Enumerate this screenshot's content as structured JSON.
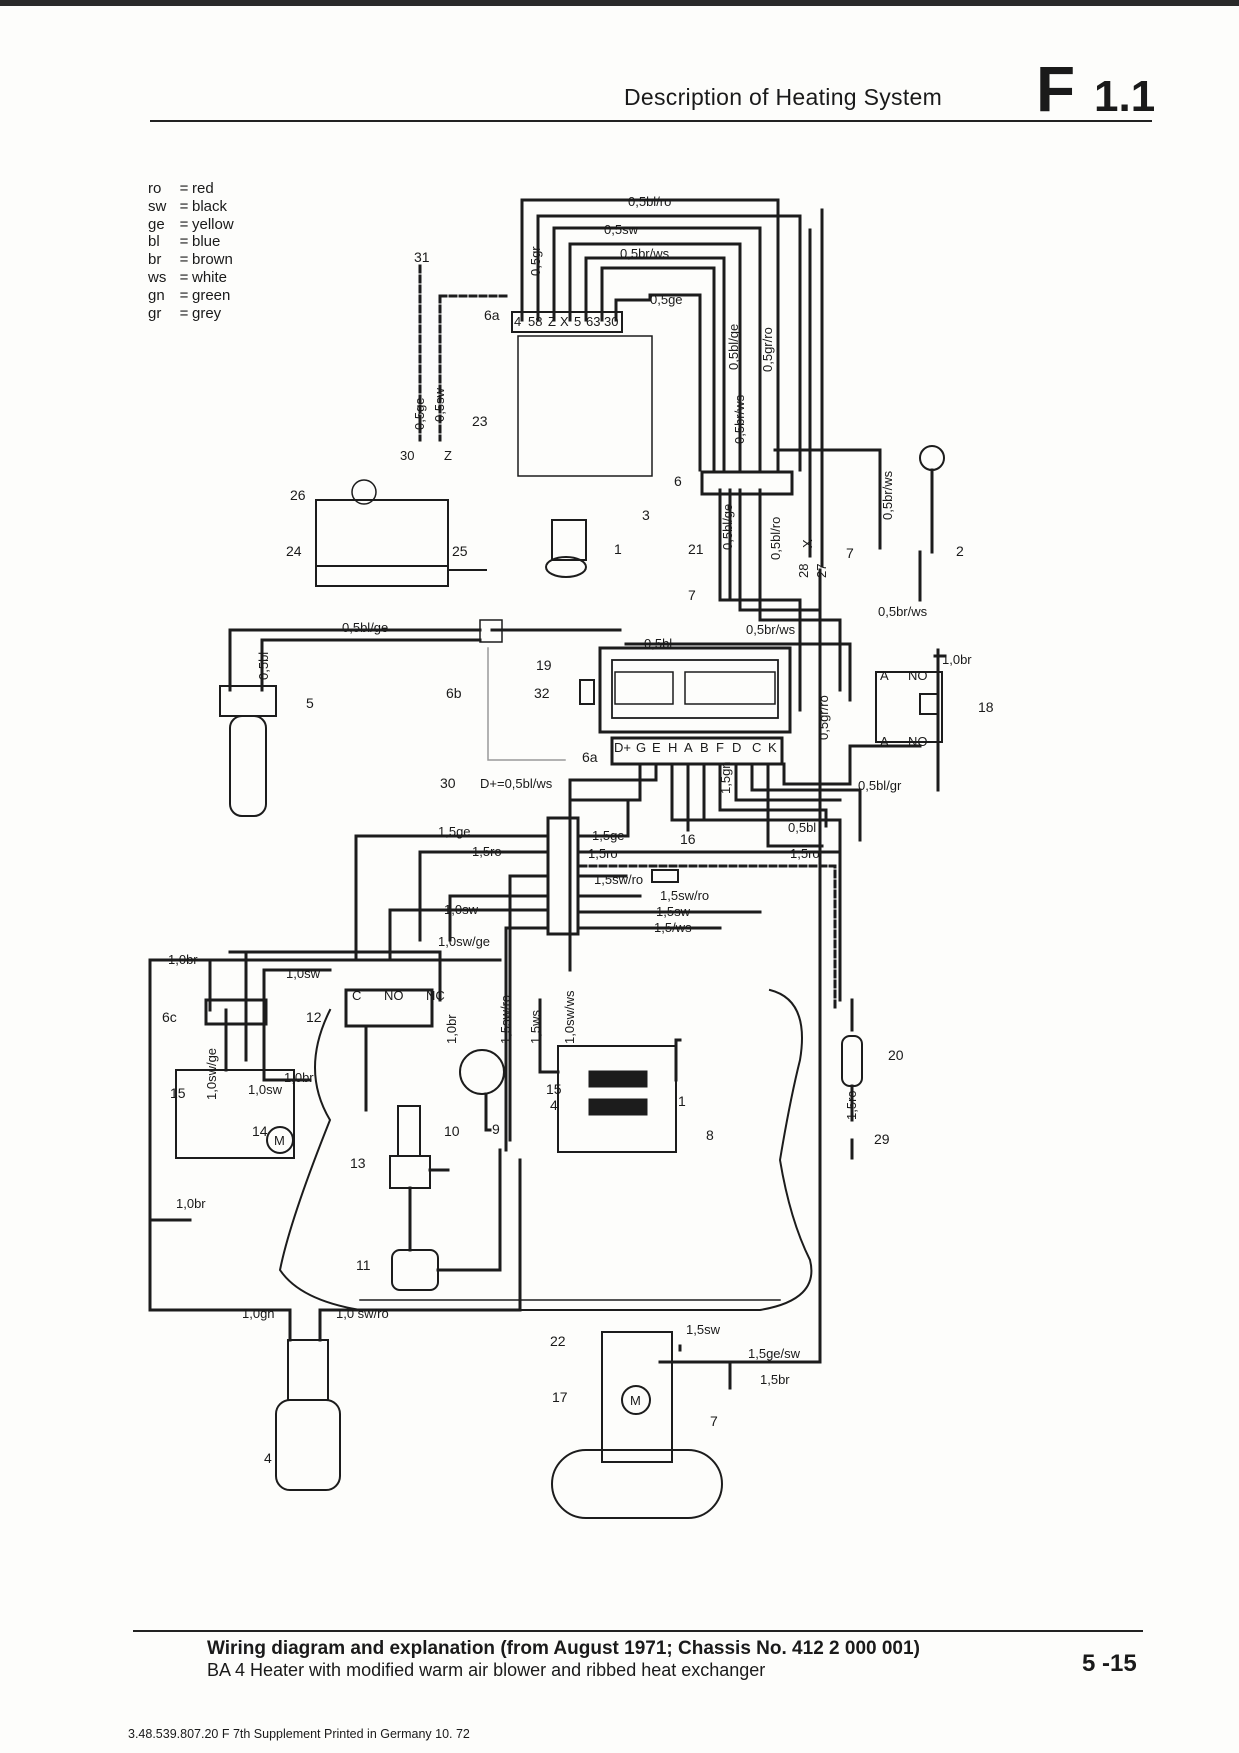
{
  "header": {
    "title": "Description of Heating System",
    "section_code": "F",
    "section_number": "1.1"
  },
  "legend": [
    {
      "code": "ro",
      "meaning": "red"
    },
    {
      "code": "sw",
      "meaning": "black"
    },
    {
      "code": "ge",
      "meaning": "yellow"
    },
    {
      "code": "bl",
      "meaning": "blue"
    },
    {
      "code": "br",
      "meaning": "brown"
    },
    {
      "code": "ws",
      "meaning": "white"
    },
    {
      "code": "gn",
      "meaning": "green"
    },
    {
      "code": "gr",
      "meaning": "grey"
    }
  ],
  "diagram": {
    "wire_labels": {
      "w_05blro": "0,5bl/ro",
      "w_05sw": "0,5sw",
      "w_05brws": "0,5br/ws",
      "w_05ge": "0,5ge",
      "w_05gr": "0,5gr",
      "w_05blge_v": "0,5bl/ge",
      "w_05grro": "0,5gr/ro",
      "w_05ge_v": "0,5ge",
      "w_05sw_v": "0,5sw",
      "w_05brws_v": "0,5br/ws",
      "w_05brws_r": "0,5br/ws",
      "w_05blge_l": "0,5bl/ge",
      "w_05blro_v": "0,5bl/ro",
      "w_05bl": "0,5bl",
      "w_05brws_b": "0,5br/ws",
      "w_05brws_s": "0,5br/ws",
      "w_05bl_v": "0,5bl",
      "w_05blge_21": "0,5bl/ge",
      "w_05grro_v": "0,5gr/ro",
      "w_10br_18": "1,0br",
      "w_05blgr": "0,5bl/gr",
      "w_d_plus": "D+=0,5bl/ws",
      "w_15ge_l": "1,5ge",
      "w_15ro_l": "1,5ro",
      "w_15ge_r": "1,5ge",
      "w_15ro_r": "1,5ro",
      "w_15gn": "1,5gn",
      "w_05bl_r": "0,5bl",
      "w_15ro_far": "1,5ro",
      "w_15swro_a": "1,5sw/ro",
      "w_15swro_b": "1,5sw/ro",
      "w_15sw": "1,5sw",
      "w_15ws": "1,5/ws",
      "w_10sw": "1,0sw",
      "w_10swge": "1,0sw/ge",
      "w_10br_l": "1,0br",
      "w_10sw_c": "1,0sw",
      "w_10br_v": "1,0br",
      "w_15swro_v": "1,5sw/ro",
      "w_15ws_v": "1,5ws",
      "w_10swws": "1,0sw/ws",
      "w_10swge_v": "1,0sw/ge",
      "w_10br_m": "1,0br",
      "w_10sw_m": "1,0sw",
      "w_10br_b": "1,0br",
      "w_15ro_v": "1,5ro",
      "w_10gn": "1,0gn",
      "w_10swro": "1,0 sw/ro",
      "w_15sw_b": "1,5sw",
      "w_15gesw": "1,5ge/sw",
      "w_15br": "1,5br"
    },
    "terminal_labels": {
      "t_4": "4",
      "t_58": "58",
      "t_Z": "Z",
      "t_X": "X",
      "t_5": "5",
      "t_63": "63",
      "t_30": "30",
      "t_30b": "30",
      "t_Zb": "Z",
      "t_D": "D+",
      "t_G": "G",
      "t_E": "E",
      "t_H": "H",
      "t_A": "A",
      "t_B": "B",
      "t_F": "F",
      "t_Dd": "D",
      "t_C": "C",
      "t_K": "K",
      "t_Cr": "C",
      "t_NO": "NO",
      "t_NC": "NC",
      "t_A18a": "A",
      "t_NO18a": "NO",
      "t_A18b": "A",
      "t_NO18b": "NO",
      "t_28": "28",
      "t_X28": "X",
      "t_27": "27",
      "t_M13": "M",
      "t_M17": "M"
    },
    "callouts": {
      "c_1": "1",
      "c_2": "2",
      "c_3": "3",
      "c_4": "4",
      "c_5": "5",
      "c_6": "6",
      "c_6a": "6a",
      "c_6a2": "6a",
      "c_6b": "6b",
      "c_6c": "6c",
      "c_7a": "7",
      "c_7b": "7",
      "c_7c": "7",
      "c_8": "8",
      "c_9": "9",
      "c_10": "10",
      "c_11": "11",
      "c_12": "12",
      "c_13": "13",
      "c_14": "14",
      "c_15": "15",
      "c_15b": "15",
      "c_4b": "4",
      "c_1b": "1",
      "c_16": "16",
      "c_17": "17",
      "c_18": "18",
      "c_19": "19",
      "c_20": "20",
      "c_21": "21",
      "c_22": "22",
      "c_23": "23",
      "c_24": "24",
      "c_25": "25",
      "c_26": "26",
      "c_29": "29",
      "c_30": "30",
      "c_31": "31",
      "c_32": "32"
    }
  },
  "footer": {
    "title": "Wiring diagram and explanation (from August 1971; Chassis No. 412 2 000 001)",
    "subtitle": "BA 4 Heater with modified warm air blower and ribbed heat exchanger",
    "page_number": "5 -15",
    "print_info": "3.48.539.807.20  F  7th Supplement  Printed in Germany  10. 72"
  }
}
